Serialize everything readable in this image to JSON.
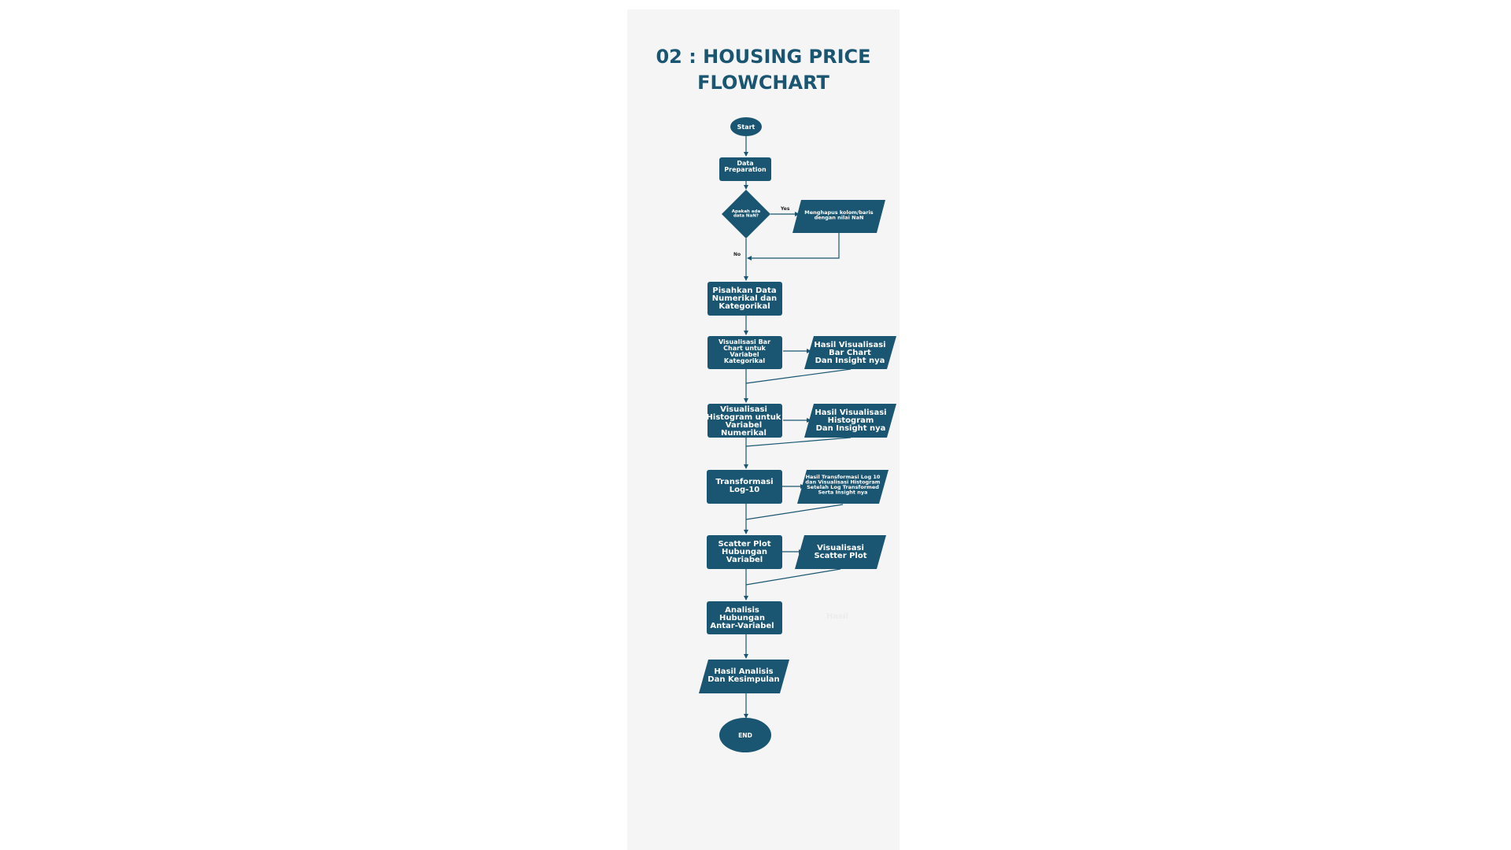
{
  "title": {
    "line1": "02 : HOUSING PRICE",
    "line2": "FLOWCHART"
  },
  "colors": {
    "node": "#1a5672",
    "sheet": "#f5f5f5",
    "node_text": "#ffffff"
  },
  "nodes": {
    "start": [
      "Start"
    ],
    "data_prep": [
      "Data",
      "Preparation"
    ],
    "decision_nan": [
      "Apakah ada",
      "data NaN?"
    ],
    "remove_nan": [
      "Menghapus kolom/baris",
      "dengan nilai NaN"
    ],
    "split_data": [
      "Pisahkan Data",
      "Numerikal dan",
      "Kategorikal"
    ],
    "viz_bar": [
      "Visualisasi Bar",
      "Chart untuk",
      "Variabel",
      "Kategorikal"
    ],
    "result_bar": [
      "Hasil Visualisasi",
      "Bar Chart",
      "Dan Insight nya"
    ],
    "viz_hist": [
      "Visualisasi",
      "Histogram untuk",
      "Variabel",
      "Numerikal"
    ],
    "result_hist": [
      "Hasil Visualisasi",
      "Histogram",
      "Dan Insight nya"
    ],
    "log_transform": [
      "Transformasi",
      "Log-10"
    ],
    "result_log": [
      "Hasil Transformasi Log 10",
      "dan Visualisasi Histogram",
      "Setelah Log Transformed",
      "Serta Insight nya"
    ],
    "scatter": [
      "Scatter Plot",
      "Hubungan",
      "Variabel"
    ],
    "result_scatter": [
      "Visualisasi",
      "Scatter Plot"
    ],
    "analysis": [
      "Analisis",
      "Hubungan",
      "Antar-Variabel"
    ],
    "faint_label": [
      "Hasil"
    ],
    "conclusion": [
      "Hasil Analisis",
      "Dan Kesimpulan"
    ],
    "end": [
      "END"
    ]
  },
  "edge_labels": {
    "yes": "Yes",
    "no": "No"
  }
}
